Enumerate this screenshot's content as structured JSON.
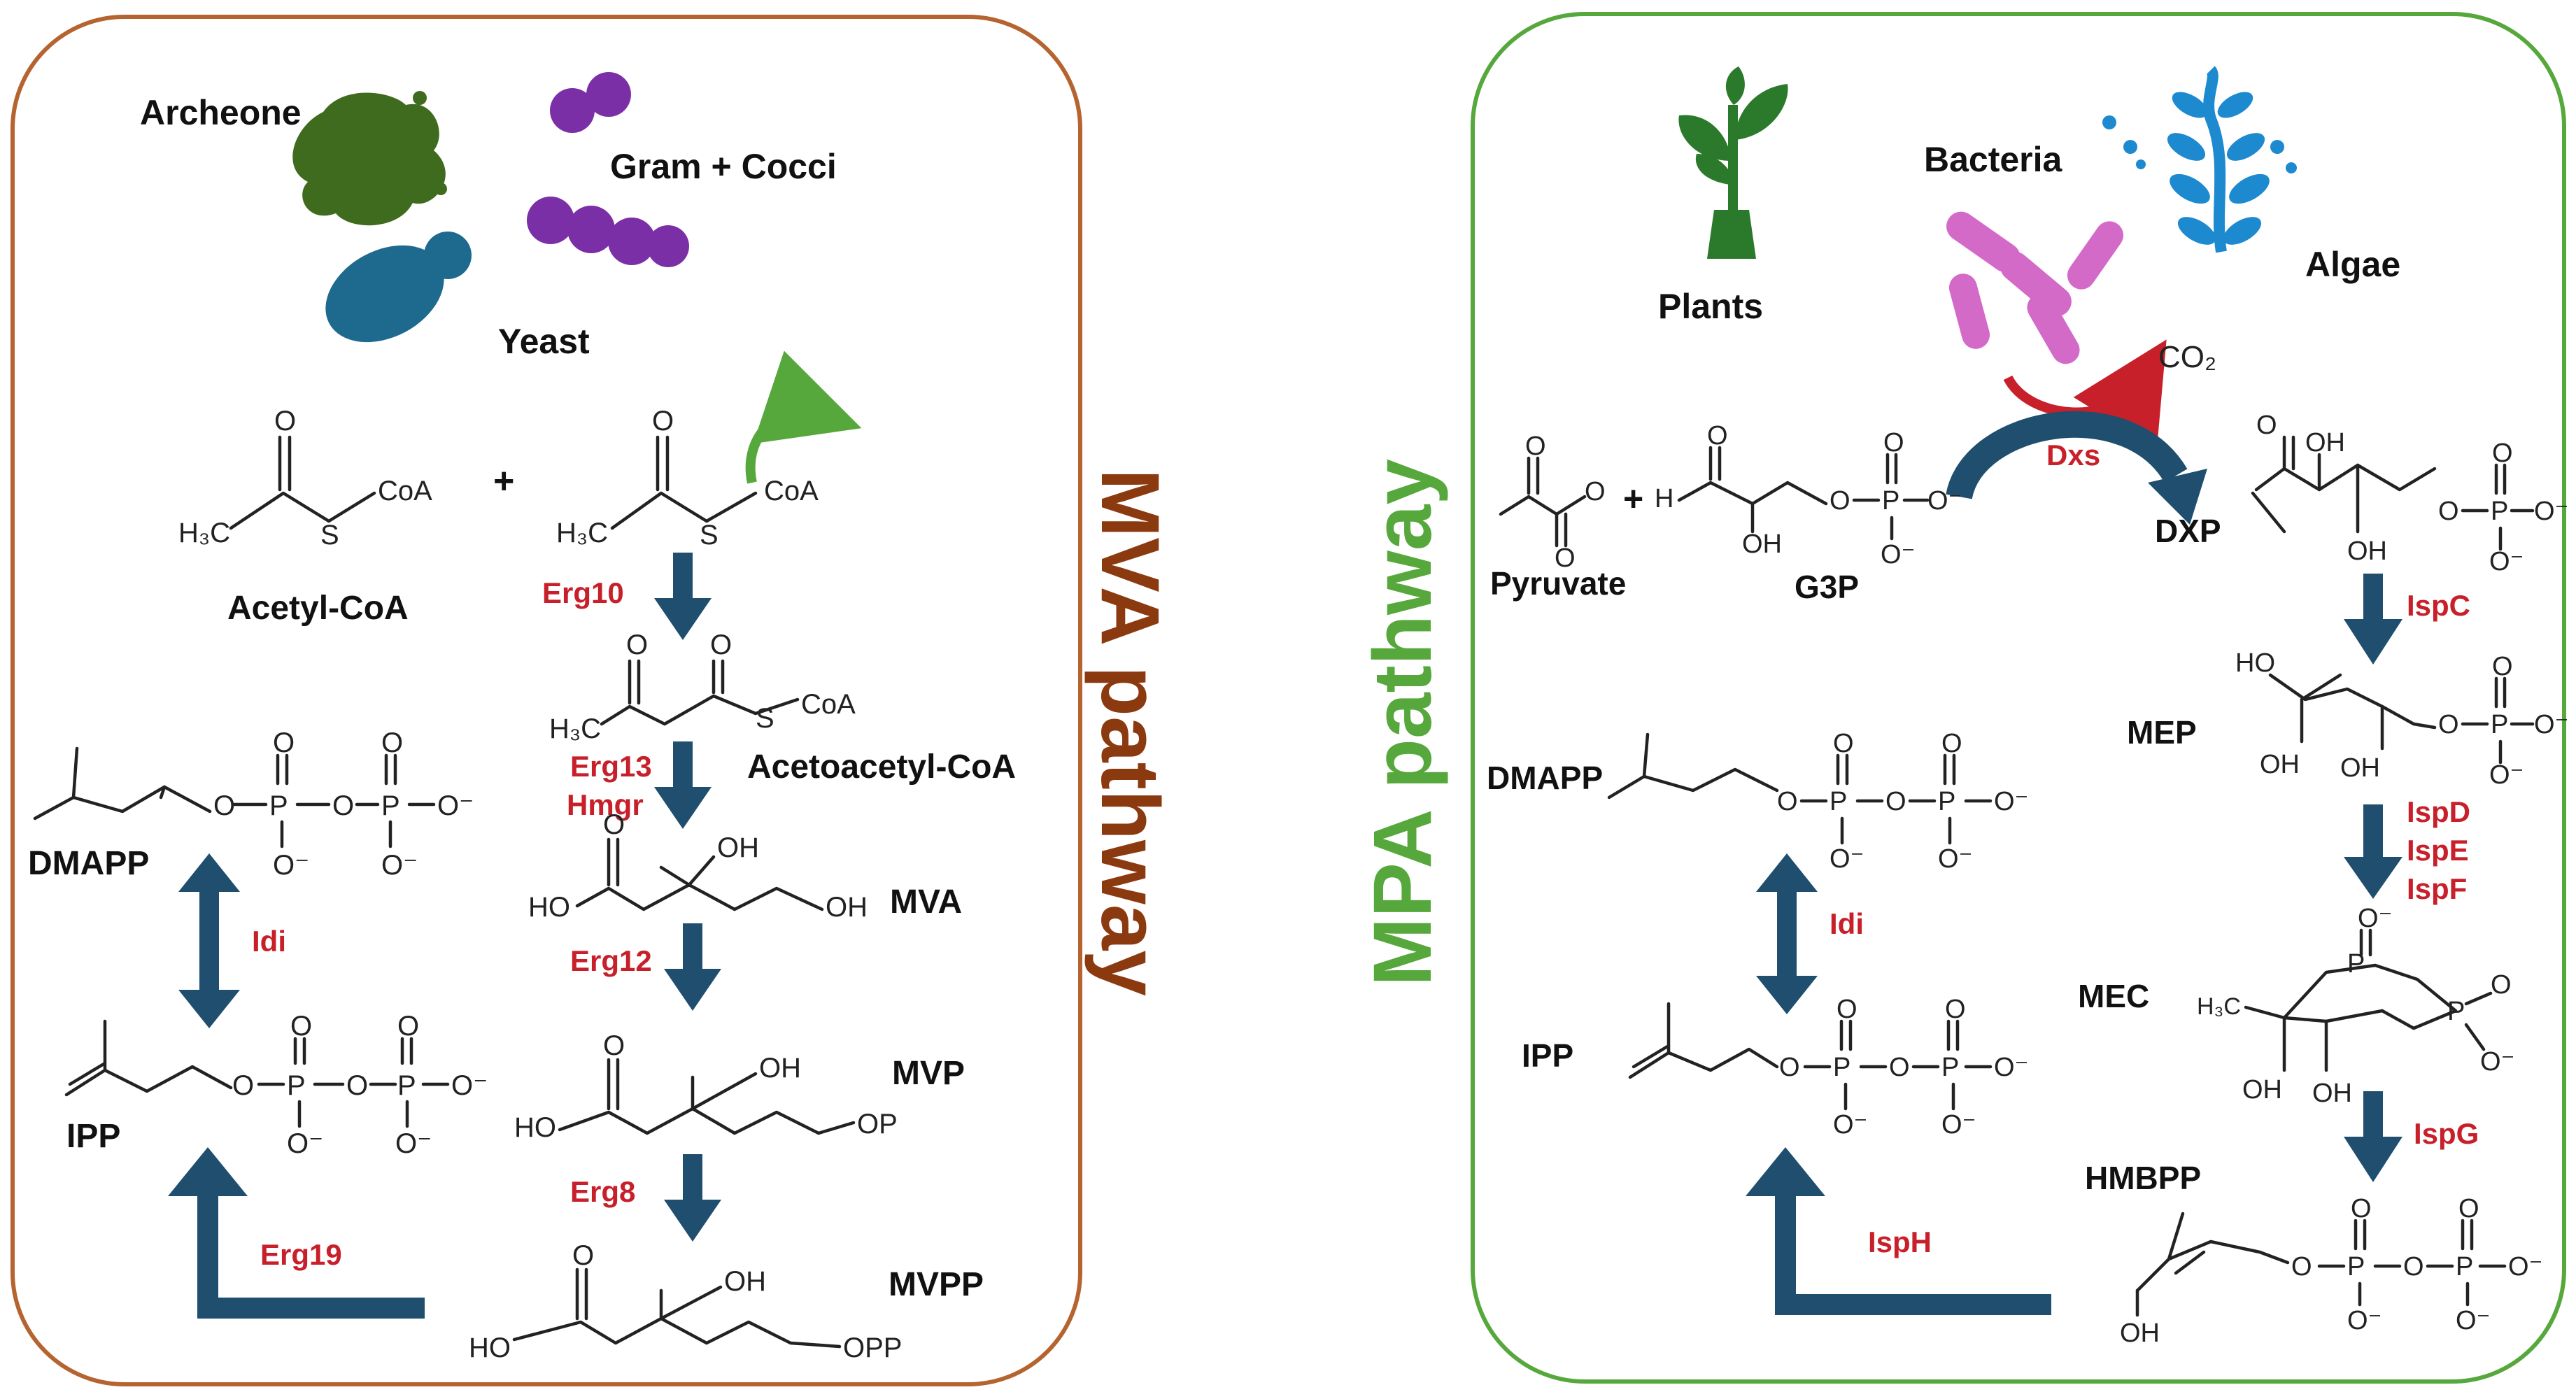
{
  "mva": {
    "title": "MVA pathway",
    "organisms": {
      "archeone": "Archeone",
      "gram_cocci": "Gram + Cocci",
      "yeast": "Yeast"
    },
    "plus": "+",
    "compounds": {
      "acetyl_coa": "Acetyl-CoA",
      "acetoacetyl_coa": "Acetoacetyl-CoA",
      "mva": "MVA",
      "mvp": "MVP",
      "mvpp": "MVPP",
      "dmapp": "DMAPP",
      "ipp": "IPP"
    },
    "enzymes": {
      "erg10": "Erg10",
      "erg13": "Erg13",
      "hmgr": "Hmgr",
      "erg12": "Erg12",
      "erg8": "Erg8",
      "erg19": "Erg19",
      "idi": "Idi"
    },
    "atoms": {
      "o": "O",
      "oh": "OH",
      "ho": "HO",
      "h3c": "H₃C",
      "coa": "CoA",
      "s": "S",
      "op": "OP",
      "opp": "OPP",
      "p": "P",
      "o_minus": "O⁻"
    }
  },
  "mpa": {
    "title": "MPA pathway",
    "organisms": {
      "plants": "Plants",
      "bacteria": "Bacteria",
      "algae": "Algae"
    },
    "co2": "CO₂",
    "plus": "+",
    "compounds": {
      "pyruvate": "Pyruvate",
      "g3p": "G3P",
      "dxp": "DXP",
      "mep": "MEP",
      "mec": "MEC",
      "hmbpp": "HMBPP",
      "dmapp": "DMAPP",
      "ipp": "IPP"
    },
    "enzymes": {
      "dxs": "Dxs",
      "ispc": "IspC",
      "ispd": "IspD",
      "ispe": "IspE",
      "ispf": "IspF",
      "ispg": "IspG",
      "isph": "IspH",
      "idi": "Idi"
    },
    "atoms": {
      "o": "O",
      "oh": "OH",
      "ho": "HO",
      "h": "H",
      "h3c": "H₃C",
      "p": "P",
      "o_minus": "O⁻"
    }
  },
  "colors": {
    "mva_border": "#b5642f",
    "mva_title": "#8b3a10",
    "mpa_border": "#56a83c",
    "mpa_title": "#56a83c",
    "enzyme": "#c8202a",
    "arrow": "#1f4e6e",
    "archeone": "#3e6b1e",
    "cocci": "#7a2fa6",
    "yeast": "#1e6a8f",
    "plant": "#2b7a2b",
    "bacteria": "#d46ac8",
    "algae": "#1d8ad0",
    "co2_arrow": "#c8202a",
    "green_arrow": "#56a83c"
  },
  "icons": {
    "archeone": "archeone-cell-icon",
    "cocci": "cocci-chain-icon",
    "yeast": "budding-yeast-icon",
    "plant": "plant-sprout-icon",
    "bacteria": "rod-bacteria-icon",
    "algae": "seaweed-algae-icon"
  }
}
